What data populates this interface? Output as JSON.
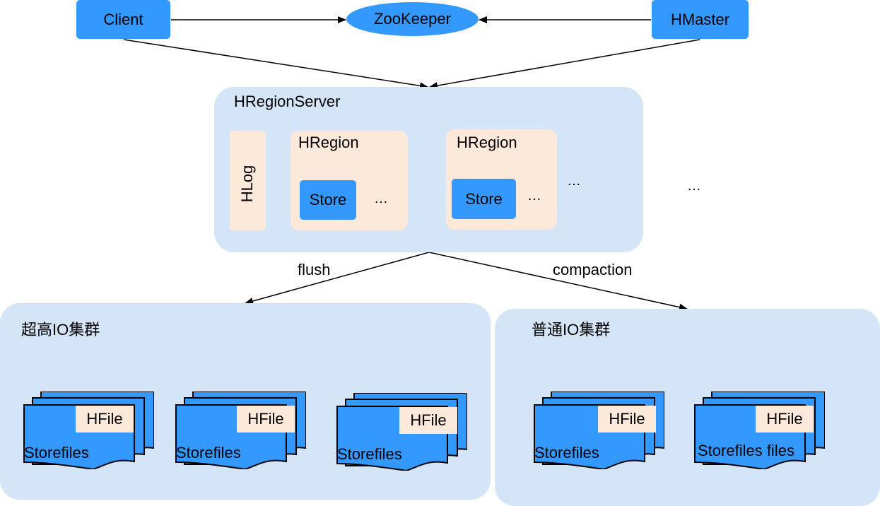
{
  "nodes": {
    "client": "Client",
    "zookeeper": "ZooKeeper",
    "hmaster": "HMaster",
    "region_server": "HRegionServer",
    "hlog": "HLog",
    "hregion_1": "HRegion",
    "hregion_2": "HRegion",
    "store_1": "Store",
    "store_2": "Store",
    "ellipsis_region_1": "…",
    "ellipsis_region_2": "…",
    "ellipsis_server": "…",
    "ellipsis_outer": "…"
  },
  "edges": {
    "flush": "flush",
    "compaction": "compaction"
  },
  "clusters": {
    "high_io": {
      "title": "超高IO集群",
      "stacks": [
        {
          "hfile": "HFile",
          "label": "Storefiles"
        },
        {
          "hfile": "HFile",
          "label": "Storefiles"
        },
        {
          "hfile": "HFile",
          "label": "Storefiles"
        }
      ]
    },
    "normal_io": {
      "title": "普通IO集群",
      "stacks": [
        {
          "hfile": "HFile",
          "label": "Storefiles"
        },
        {
          "hfile": "HFile",
          "label": "Storefiles files"
        }
      ]
    }
  },
  "colors": {
    "node_blue": "#3399ff",
    "panel_blue": "#d3e5f7",
    "peach": "#fde9da"
  }
}
